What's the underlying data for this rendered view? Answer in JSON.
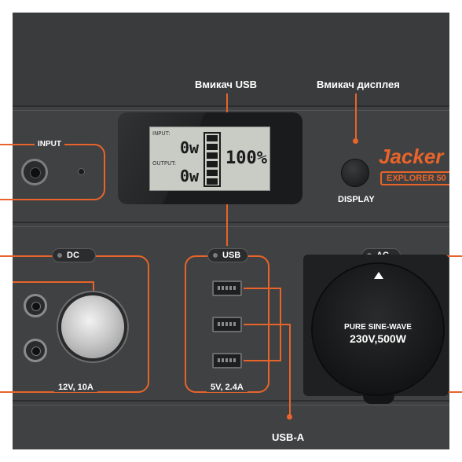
{
  "callouts": {
    "usb_switch": "Вмикач USB",
    "display_switch": "Вмикач дисплея",
    "usb_a": "USB-A"
  },
  "input_section": {
    "title": "INPUT"
  },
  "lcd": {
    "input_label": "INPUT:",
    "input_value": "0w",
    "output_label": "OUTPUT:",
    "output_value": "0w",
    "battery_percent": "100%",
    "battery_level": 1.0
  },
  "display_button": {
    "label": "DISPLAY"
  },
  "brand": {
    "name": "Jacker",
    "model": "EXPLORER 50"
  },
  "dc_section": {
    "button_label": "DC",
    "rating": "12V, 10A"
  },
  "usb_section": {
    "button_label": "USB",
    "rating": "5V, 2.4A",
    "port_count": 3
  },
  "ac_section": {
    "button_label": "AC",
    "line1": "PURE SINE-WAVE",
    "line2": "230V,500W"
  },
  "colors": {
    "accent": "#e8642a",
    "panel": "#404142",
    "lcd": "#c9cbc5"
  }
}
